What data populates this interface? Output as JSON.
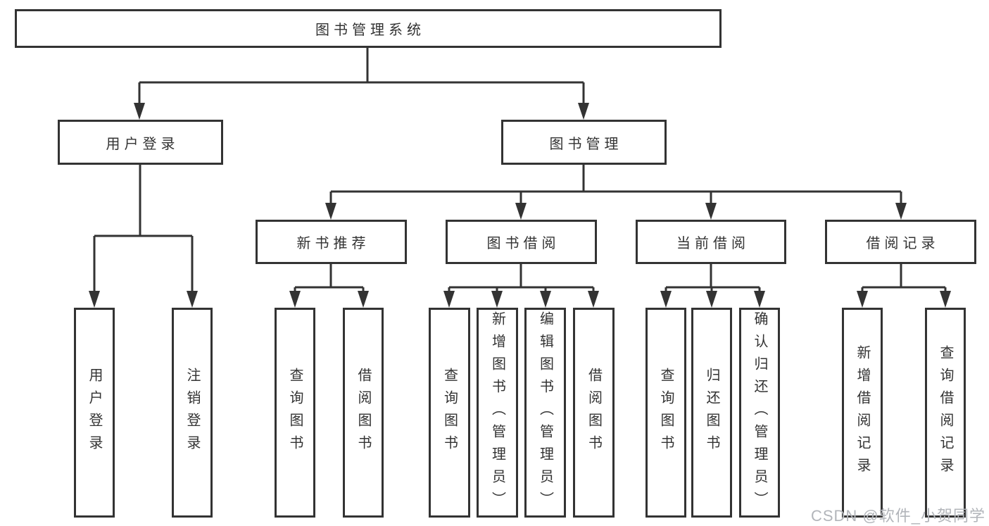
{
  "diagram": {
    "root": {
      "label": "图书管理系统"
    },
    "branches": [
      {
        "label": "用户登录",
        "leaves": [
          {
            "label": "用户登录"
          },
          {
            "label": "注销登录"
          }
        ]
      },
      {
        "label": "图书管理",
        "children": [
          {
            "label": "新书推荐",
            "leaves": [
              {
                "label": "查询图书"
              },
              {
                "label": "借阅图书"
              }
            ]
          },
          {
            "label": "图书借阅",
            "leaves": [
              {
                "label": "查询图书"
              },
              {
                "label": "新增图书（管理员）"
              },
              {
                "label": "编辑图书（管理员）"
              },
              {
                "label": "借阅图书"
              }
            ]
          },
          {
            "label": "当前借阅",
            "leaves": [
              {
                "label": "查询图书"
              },
              {
                "label": "归还图书"
              },
              {
                "label": "确认归还（管理员）"
              }
            ]
          },
          {
            "label": "借阅记录",
            "leaves": [
              {
                "label": "新增借阅记录"
              },
              {
                "label": "查询借阅记录"
              }
            ]
          }
        ]
      }
    ]
  },
  "colors": {
    "line": "#333333",
    "background": "#ffffff",
    "watermark": "#b2b5ba"
  },
  "watermark": {
    "text": "CSDN @软件_小贺同学"
  }
}
